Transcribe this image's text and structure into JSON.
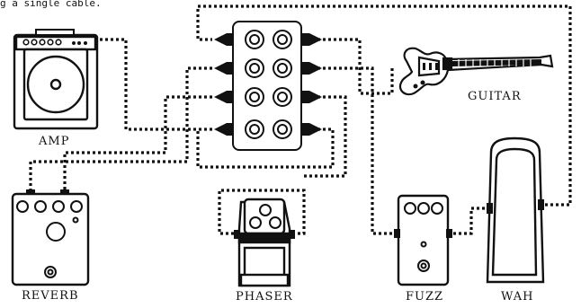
{
  "caption": "g a single cable.",
  "devices": {
    "amp": "AMP",
    "guitar": "GUITAR",
    "reverb": "REVERB",
    "phaser": "PHASER",
    "fuzz": "FUZZ",
    "wah": "WAH"
  },
  "colors": {
    "ink": "#111111",
    "paper": "#ffffff",
    "panel": "#f4f4f4"
  }
}
